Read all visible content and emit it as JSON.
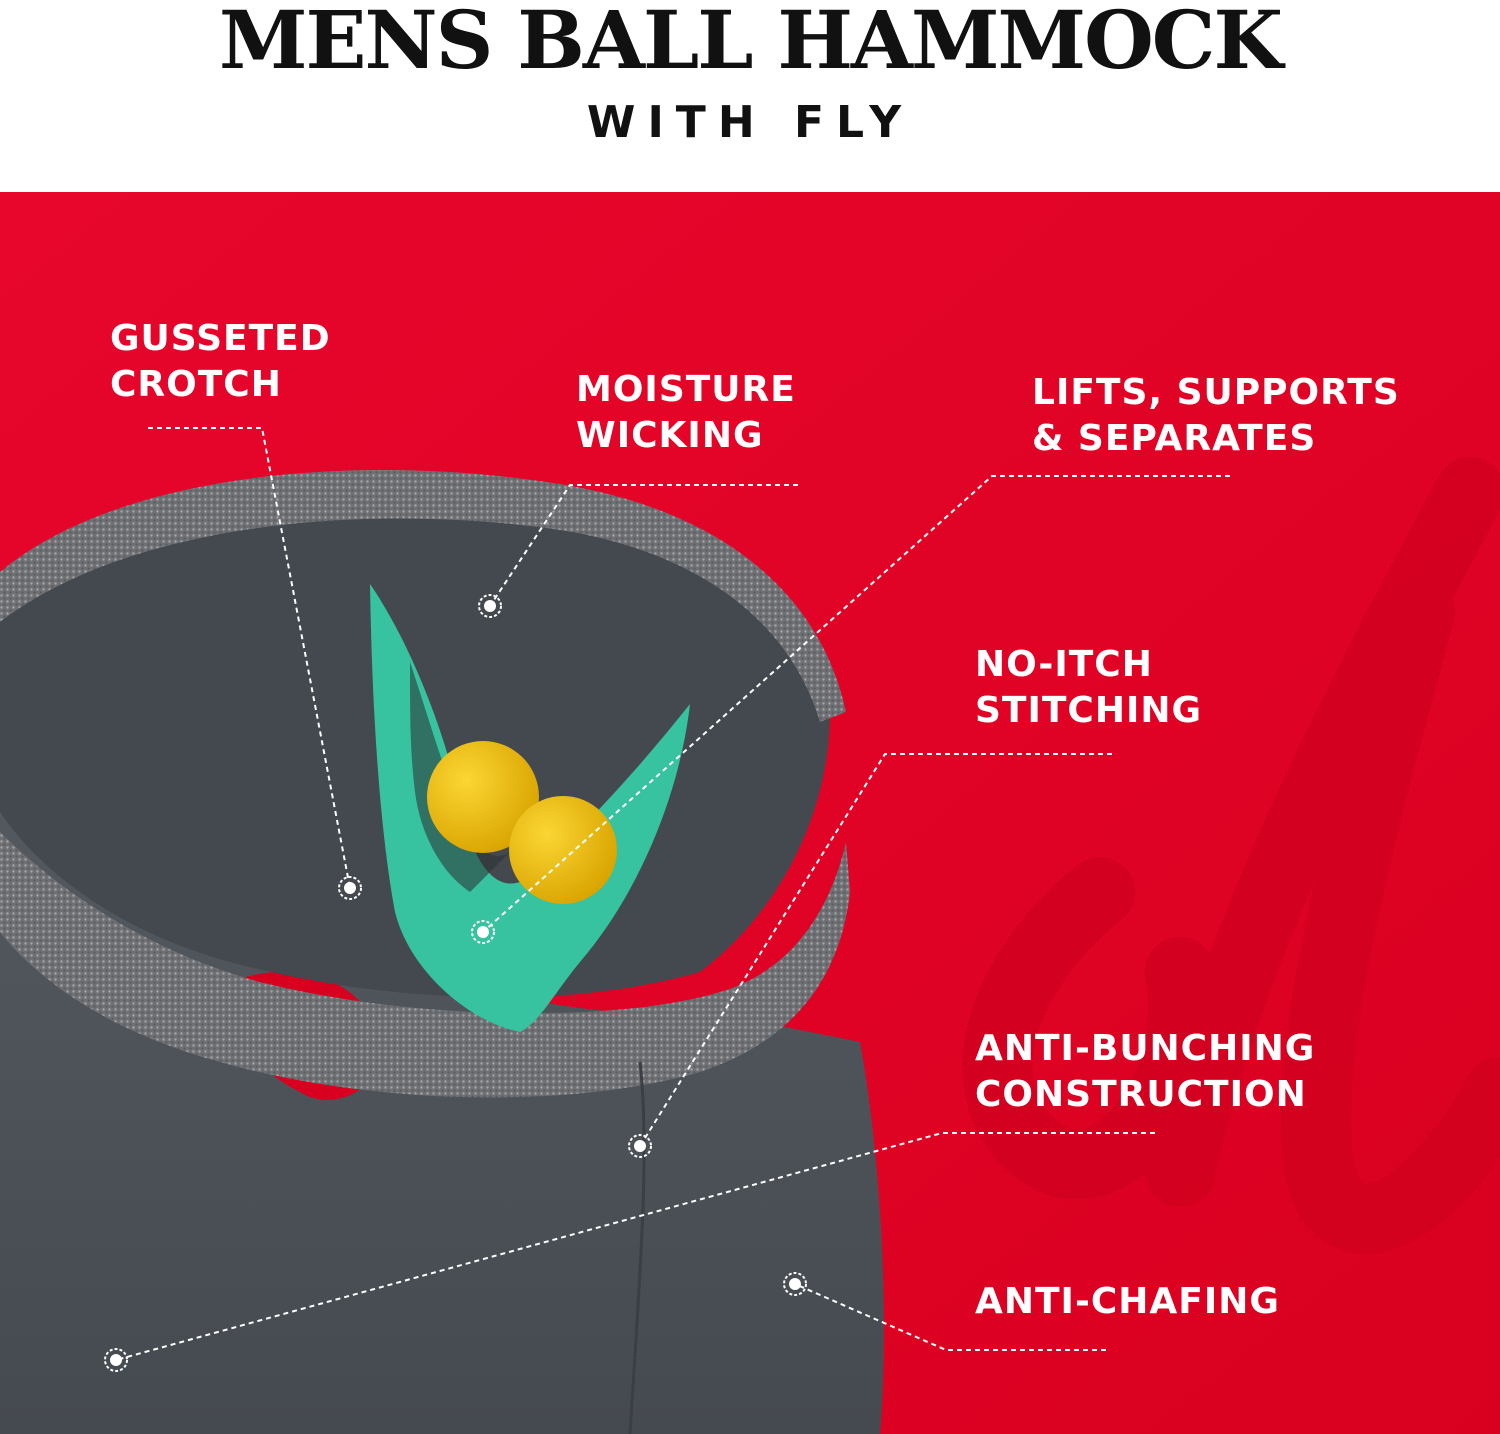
{
  "header": {
    "title": "MENS BALL HAMMOCK",
    "subtitle": "WITH FLY"
  },
  "colors": {
    "background_red": "#e3002a",
    "garment_gray": "#4b5056",
    "waistband_gray": "#7a7c80",
    "hammock_teal": "#37c2a0",
    "ball_yellow": "#f4c20f",
    "callout_white": "#ffffff"
  },
  "features": [
    {
      "line1": "GUSSETED",
      "line2": "CROTCH"
    },
    {
      "line1": "MOISTURE",
      "line2": "WICKING"
    },
    {
      "line1": "LIFTS, SUPPORTS",
      "line2": "& SEPARATES"
    },
    {
      "line1": "NO-ITCH",
      "line2": "STITCHING"
    },
    {
      "line1": "ANTI-BUNCHING",
      "line2": "CONSTRUCTION"
    },
    {
      "line1": "ANTI-CHAFING",
      "line2": ""
    }
  ]
}
